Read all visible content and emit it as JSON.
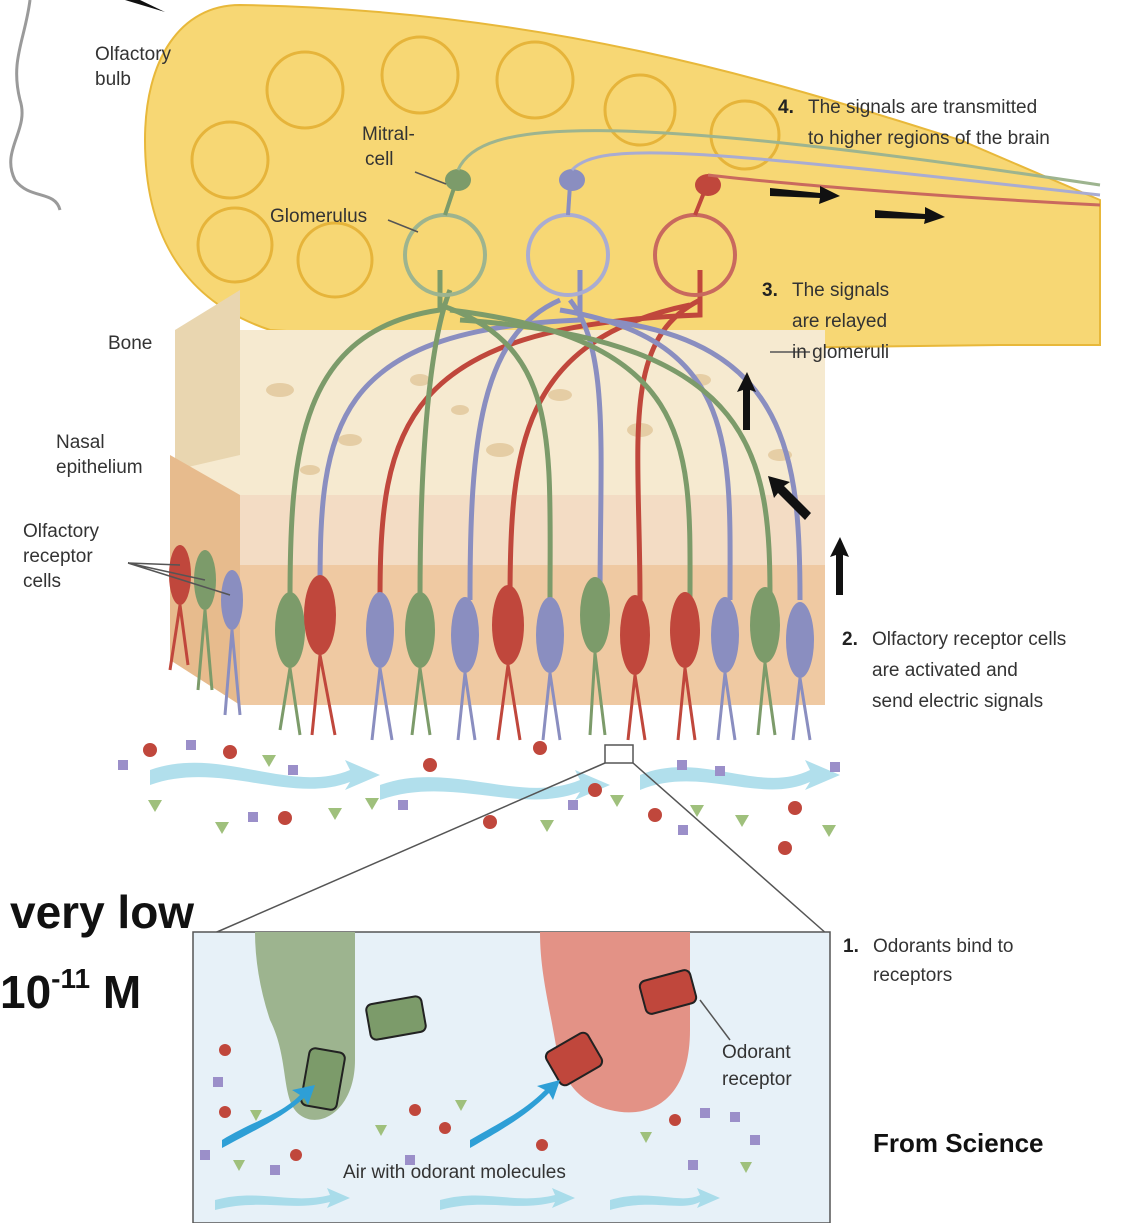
{
  "labels": {
    "olfactory_bulb": [
      "Olfactory",
      "bulb"
    ],
    "mitral_cell": [
      "Mitral-",
      "cell"
    ],
    "glomerulus": "Glomerulus",
    "bone": "Bone",
    "nasal_epithelium": [
      "Nasal",
      "epithelium"
    ],
    "olfactory_receptor_cells": [
      "Olfactory",
      "receptor",
      "cells"
    ],
    "odorant_receptor": [
      "Odorant",
      "receptor"
    ],
    "air_with_odorant_molecules": "Air with odorant molecules"
  },
  "steps": [
    {
      "num": "1.",
      "lines": [
        "Odorants bind to",
        "receptors"
      ]
    },
    {
      "num": "2.",
      "lines": [
        "Olfactory receptor cells",
        "are activated and",
        "send electric signals"
      ]
    },
    {
      "num": "3.",
      "lines": [
        "The signals",
        "are relayed",
        "in glomeruli"
      ]
    },
    {
      "num": "4.",
      "lines": [
        "The signals are transmitted",
        "to higher regions of the brain"
      ]
    }
  ],
  "overlay": {
    "line1": "very low",
    "line2_base": "10",
    "line2_exp": "-11",
    "line2_unit": " M"
  },
  "credit": "From Science",
  "colors": {
    "bulb": "#f7d774",
    "bulb_stroke": "#e8b83a",
    "bone": "#f6ead0",
    "epithelium": "#efc9a2",
    "neuron_red": "#c0473c",
    "neuron_green": "#7c9b6a",
    "neuron_purple": "#8a8ec0",
    "air_arrow": "#a9dcea",
    "inset_bg": "#e7f1f8"
  }
}
